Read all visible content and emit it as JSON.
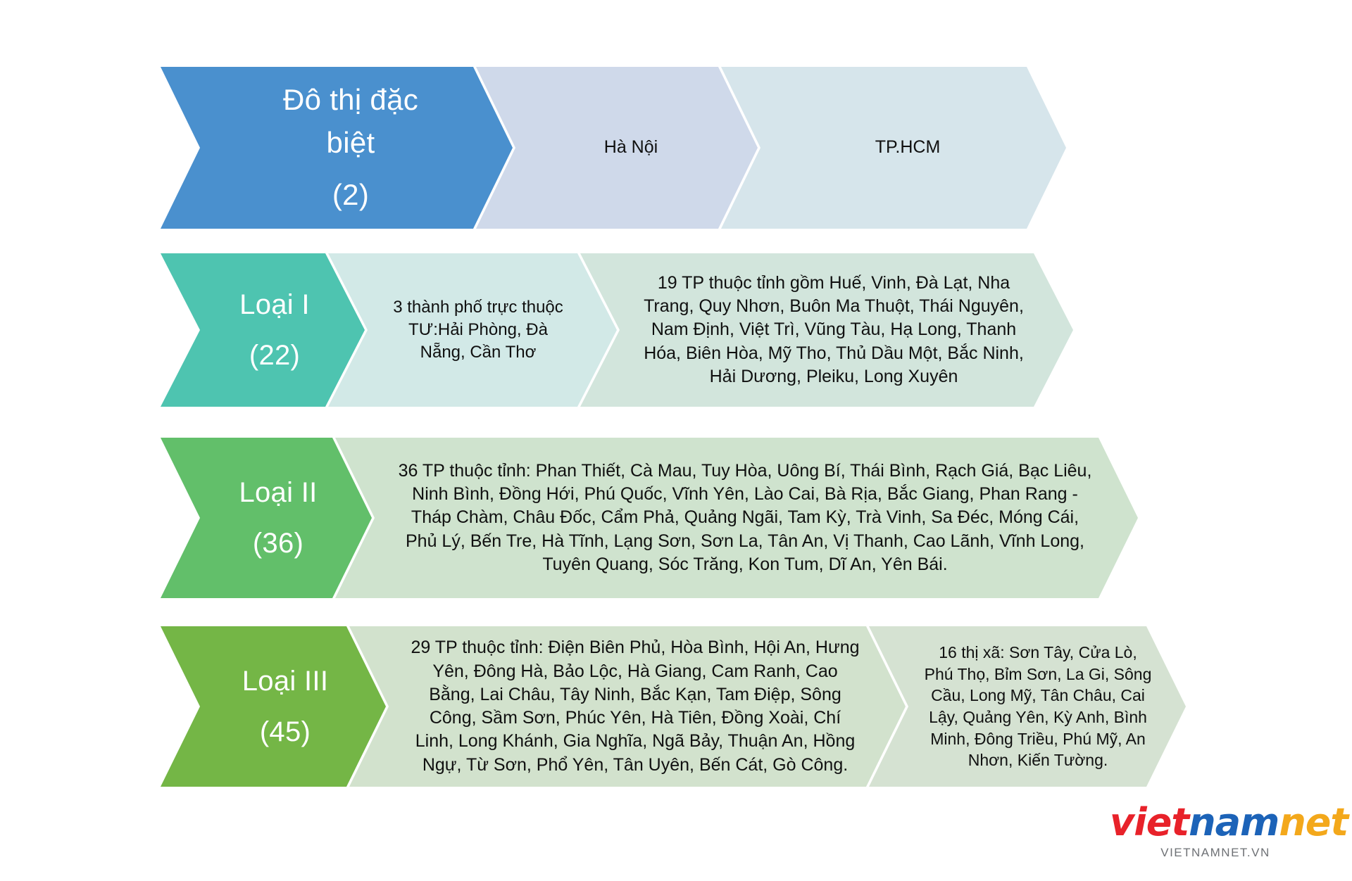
{
  "figure": {
    "type": "diagram",
    "subtype": "chevron-process",
    "rows": [
      {
        "id": "do-thi-dac-biet",
        "header": {
          "lines": [
            "Đô thị đặc",
            "biệt"
          ],
          "count": "(2)",
          "color": "#4A90CE",
          "text_color": "#FFFFFF"
        },
        "cells": [
          {
            "text": "Hà Nội",
            "color": "#CFD9EA"
          },
          {
            "text": "TP.HCM",
            "color": "#D6E5EB"
          }
        ]
      },
      {
        "id": "loai-i",
        "header": {
          "lines": [
            "Loại I"
          ],
          "count": "(22)",
          "color": "#4EC4B0",
          "text_color": "#FFFFFF"
        },
        "cells": [
          {
            "text": "3 thành phố trực thuộc TƯ:Hải Phòng, Đà Nẵng, Cần Thơ",
            "color": "#D2E9E7"
          },
          {
            "text": "19 TP thuộc tỉnh gồm Huế, Vinh, Đà Lạt, Nha Trang, Quy Nhơn, Buôn Ma Thuột, Thái Nguyên, Nam Định, Việt Trì, Vũng Tàu, Hạ Long, Thanh Hóa, Biên Hòa, Mỹ Tho, Thủ Dầu Một, Bắc Ninh, Hải Dương, Pleiku, Long Xuyên",
            "color": "#D2E5DC"
          }
        ]
      },
      {
        "id": "loai-ii",
        "header": {
          "lines": [
            "Loại II"
          ],
          "count": "(36)",
          "color": "#62BF6A",
          "text_color": "#FFFFFF"
        },
        "cells": [
          {
            "text": "36 TP thuộc tỉnh: Phan Thiết, Cà Mau, Tuy Hòa, Uông Bí, Thái Bình, Rạch Giá, Bạc Liêu, Ninh Bình, Đồng Hới, Phú Quốc, Vĩnh Yên, Lào Cai, Bà Rịa, Bắc Giang, Phan Rang - Tháp Chàm, Châu Đốc, Cẩm Phả, Quảng Ngãi, Tam Kỳ, Trà Vinh, Sa Đéc, Móng Cái, Phủ Lý, Bến Tre, Hà Tĩnh, Lạng Sơn, Sơn La, Tân An, Vị Thanh, Cao Lãnh, Vĩnh Long, Tuyên Quang, Sóc Trăng, Kon Tum, Dĩ An, Yên Bái.",
            "color": "#CFE3CE"
          }
        ]
      },
      {
        "id": "loai-iii",
        "header": {
          "lines": [
            "Loại III"
          ],
          "count": "(45)",
          "color": "#74B646",
          "text_color": "#FFFFFF"
        },
        "cells": [
          {
            "text": "29 TP thuộc tỉnh: Điện Biên Phủ, Hòa Bình, Hội An, Hưng Yên, Đông Hà, Bảo Lộc, Hà Giang, Cam Ranh, Cao Bằng, Lai Châu, Tây Ninh, Bắc Kạn, Tam Điệp, Sông Công, Sầm Sơn, Phúc Yên, Hà Tiên, Đồng Xoài, Chí Linh, Long Khánh, Gia Nghĩa, Ngã Bảy, Thuận An, Hồng Ngự, Từ Sơn, Phổ Yên, Tân Uyên, Bến Cát, Gò Công.",
            "color": "#D2E2CD"
          },
          {
            "text": "16 thị xã: Sơn Tây, Cửa Lò, Phú Thọ, Bỉm Sơn, La Gi, Sông Cầu, Long Mỹ, Tân Châu, Cai Lậy, Quảng Yên, Kỳ Anh, Bình Minh, Đông Triều, Phú Mỹ, An Nhơn, Kiến Tường.",
            "color": "#D5E2D2"
          }
        ]
      }
    ]
  },
  "logo": {
    "part1": "viet",
    "part2": "nam",
    "part3": "net",
    "url": "VIETNAMNET.VN"
  }
}
